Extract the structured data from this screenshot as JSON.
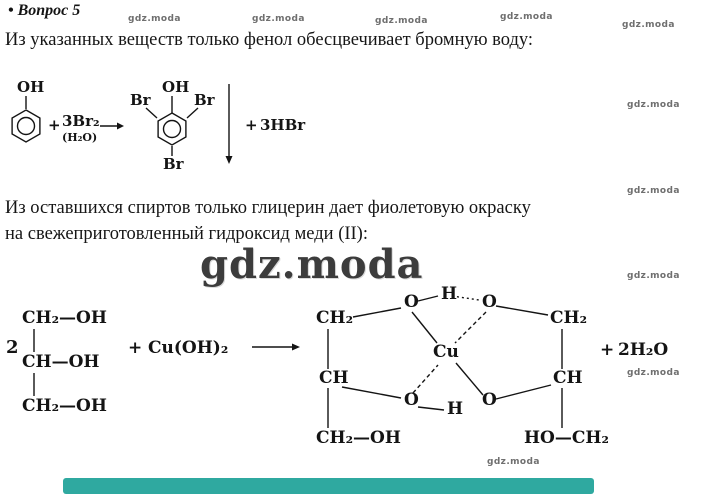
{
  "page": {
    "title": "• Вопрос 5",
    "paragraph1": "Из указанных веществ только фенол обесцвечивает бромную воду:",
    "paragraph2_lines": [
      "Из оставшихся спиртов только глицерин дает фиолетовую окраску",
      "на свежеприготовленный гидроксид меди (II):"
    ]
  },
  "watermark": {
    "text": "gdz.moda"
  },
  "reaction1": {
    "phenol_oh": "OH",
    "plus1": "+",
    "bromine": "3Br₂",
    "condition": "(H₂O)",
    "product_oh": "OH",
    "br_left": "Br",
    "br_right": "Br",
    "br_bottom": "Br",
    "plus2": "+",
    "hbr": "3HBr"
  },
  "reaction2": {
    "coefficient": "2",
    "glycerol_row1": "CH₂—OH",
    "glycerol_row2": "CH—OH",
    "glycerol_row3": "CH₂—OH",
    "plus1": "+",
    "copper_hydroxide": "Cu(OH)₂",
    "complex": {
      "left_ch2": "CH₂",
      "left_ch": "CH",
      "left_ch2oh": "CH₂—OH",
      "o_top_left": "O",
      "h_top": "H",
      "o_top_right": "O",
      "cu": "Cu",
      "o_bottom_left": "O",
      "h_bottom": "H",
      "o_bottom_right": "O",
      "right_ch2": "CH₂",
      "right_ch": "CH",
      "right_hoch2": "HO—CH₂"
    },
    "plus2": "+",
    "water": "2H₂O"
  },
  "colors": {
    "accent_bar": "#2fa9a0",
    "watermark_gray": "#6f6f6f"
  }
}
